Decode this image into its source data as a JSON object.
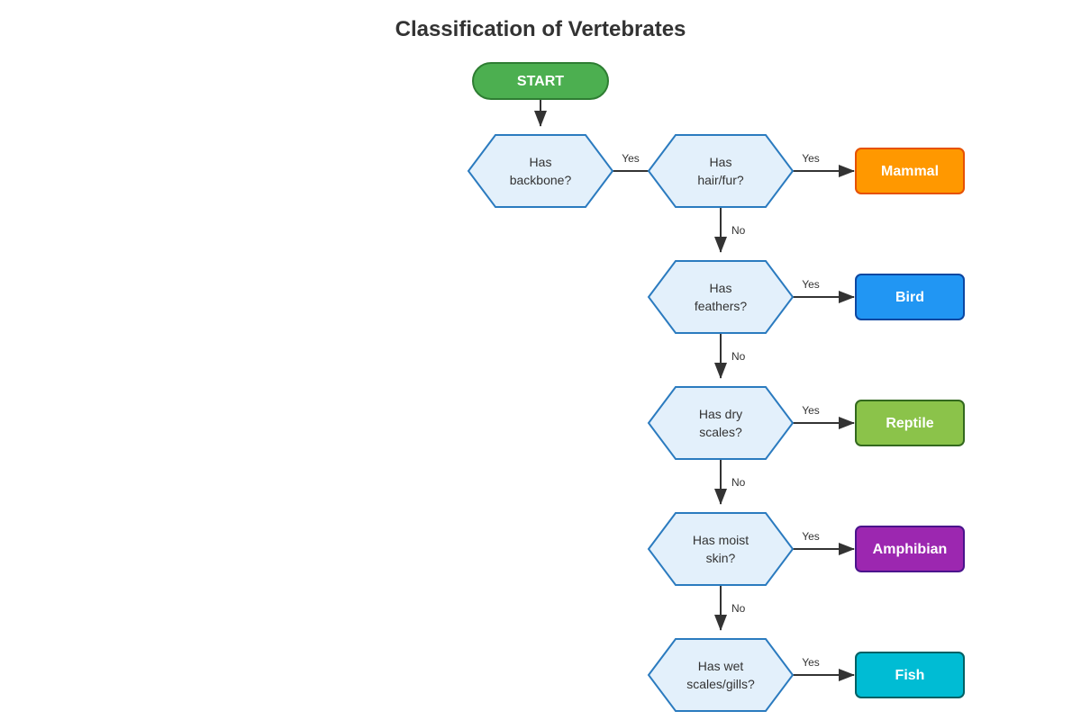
{
  "title": "Classification of Vertebrates",
  "start": {
    "label": "START",
    "fill": "#4caf50",
    "stroke": "#2e7d32"
  },
  "decisions": {
    "backbone": {
      "line1": "Has",
      "line2": "backbone?"
    },
    "hair": {
      "line1": "Has",
      "line2": "hair/fur?"
    },
    "feathers": {
      "line1": "Has",
      "line2": "feathers?"
    },
    "dry_scales": {
      "line1": "Has dry",
      "line2": "scales?"
    },
    "moist_skin": {
      "line1": "Has moist",
      "line2": "skin?"
    },
    "wet_scales": {
      "line1": "Has wet",
      "line2": "scales/gills?"
    }
  },
  "outcomes": {
    "mammal": {
      "label": "Mammal",
      "fill": "#ff9800",
      "stroke": "#e65100"
    },
    "bird": {
      "label": "Bird",
      "fill": "#2196f3",
      "stroke": "#0d47a1"
    },
    "reptile": {
      "label": "Reptile",
      "fill": "#8bc34a",
      "stroke": "#33691e"
    },
    "amphibian": {
      "label": "Amphibian",
      "fill": "#9c27b0",
      "stroke": "#4a148c"
    },
    "fish": {
      "label": "Fish",
      "fill": "#00bcd4",
      "stroke": "#006064"
    }
  },
  "edge_labels": {
    "backbone_yes": "Yes",
    "hair_yes": "Yes",
    "hair_no": "No",
    "feathers_yes": "Yes",
    "feathers_no": "No",
    "dry_scales_yes": "Yes",
    "dry_scales_no": "No",
    "moist_skin_yes": "Yes",
    "moist_skin_no": "No",
    "wet_scales_yes": "Yes"
  }
}
